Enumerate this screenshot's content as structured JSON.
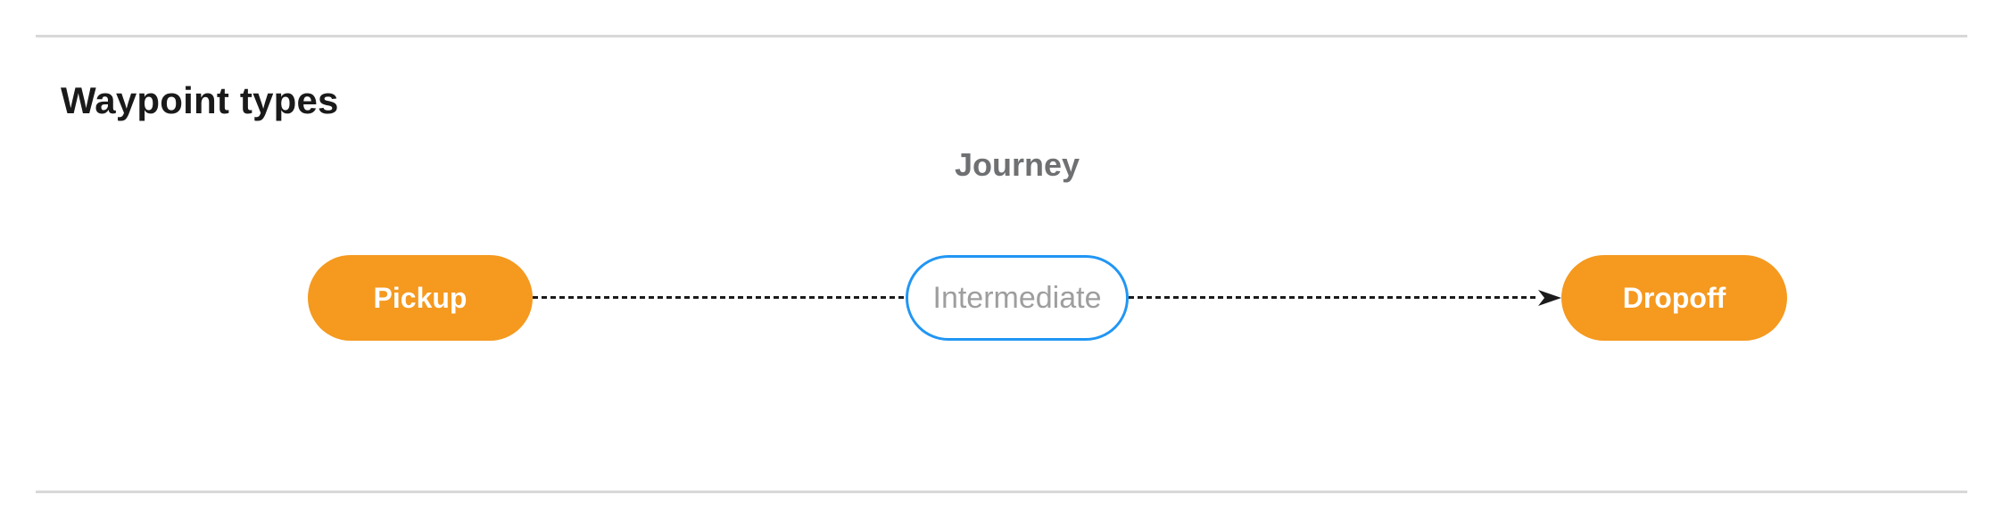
{
  "page": {
    "title": "Waypoint types"
  },
  "diagram": {
    "label": "Journey",
    "nodes": [
      {
        "id": "pickup",
        "label": "Pickup",
        "type": "endpoint"
      },
      {
        "id": "intermediate",
        "label": "Intermediate",
        "type": "intermediate"
      },
      {
        "id": "dropoff",
        "label": "Dropoff",
        "type": "endpoint"
      }
    ],
    "edges": [
      {
        "from": "pickup",
        "to": "intermediate",
        "style": "dashed",
        "arrow": false
      },
      {
        "from": "intermediate",
        "to": "dropoff",
        "style": "dashed",
        "arrow": true
      }
    ],
    "colors": {
      "endpoint_fill": "#f5991f",
      "endpoint_text": "#ffffff",
      "intermediate_border": "#2196f3",
      "intermediate_text": "#9e9e9e",
      "connector": "#1b1b1b",
      "journey_label_text": "#6e7072",
      "divider": "#d8d8d8"
    }
  }
}
